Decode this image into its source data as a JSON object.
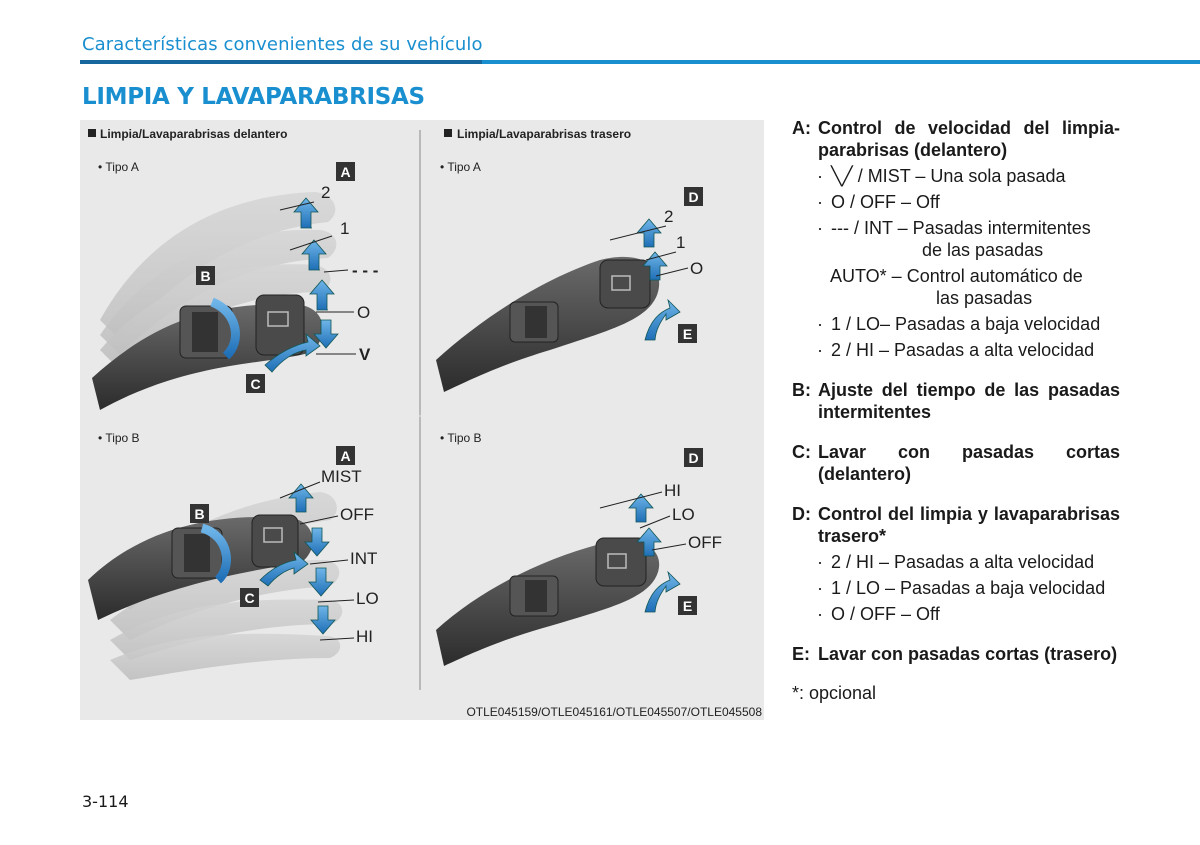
{
  "header": {
    "section": "Características convenientes de su vehículo",
    "title": "LIMPIA Y LAVAPARABRISAS"
  },
  "figure": {
    "front_heading": "Limpia/Lavaparabrisas delantero",
    "rear_heading": "Limpia/Lavaparabrisas trasero",
    "type_a": "• Tipo A",
    "type_b": "• Tipo B",
    "callouts": {
      "a": "A",
      "b": "B",
      "c": "C",
      "d": "D",
      "e": "E"
    },
    "front_a_labels": {
      "pos2": "2",
      "pos1": "1",
      "int": "- - -",
      "off": "O",
      "mist": "V"
    },
    "rear_a_labels": {
      "pos2": "2",
      "pos1": "1",
      "off": "O"
    },
    "front_b_labels": {
      "mist": "MIST",
      "off": "OFF",
      "int": "INT",
      "lo": "LO",
      "hi": "HI"
    },
    "rear_b_labels": {
      "hi": "HI",
      "lo": "LO",
      "off": "OFF"
    },
    "caption": "OTLE045159/OTLE045161/OTLE045507/OTLE045508"
  },
  "descriptions": {
    "a": {
      "key": "A:",
      "title": "Control de velocidad del limpia-parabrisas (delantero)",
      "items": [
        {
          "bullet": "·",
          "text": "╲╱ / MIST – Una sola pasada",
          "cont": ""
        },
        {
          "bullet": "·",
          "text": "O / OFF – Off",
          "cont": ""
        },
        {
          "bullet": "·",
          "text": "--- / INT – Pasadas intermitentes",
          "cont": "de las pasadas"
        },
        {
          "bullet": "",
          "text": "AUTO* – Control automático de",
          "cont": "las pasadas"
        },
        {
          "bullet": "·",
          "text": "1 / LO– Pasadas a baja velocidad",
          "cont": ""
        },
        {
          "bullet": "·",
          "text": "2 / HI – Pasadas a alta velocidad",
          "cont": ""
        }
      ]
    },
    "b": {
      "key": "B:",
      "title": "Ajuste del tiempo de las pasadas intermitentes"
    },
    "c": {
      "key": "C:",
      "title": "Lavar con pasadas cortas (delantero)"
    },
    "d": {
      "key": "D:",
      "title": "Control del limpia y lavaparabrisas trasero*",
      "items": [
        {
          "bullet": "·",
          "text": "2 / HI – Pasadas a alta velocidad"
        },
        {
          "bullet": "·",
          "text": "1 / LO – Pasadas a baja velocidad"
        },
        {
          "bullet": "·",
          "text": "O / OFF – Off"
        }
      ]
    },
    "e": {
      "key": "E:",
      "title": "Lavar con pasadas cortas (trasero)"
    },
    "footnote": "*: opcional"
  },
  "page_number": "3-114",
  "colors": {
    "accent": "#1a8fd0",
    "accent_dark": "#15679e",
    "arrow": "#3d8fd1",
    "figure_bg": "#e9e9e9"
  }
}
